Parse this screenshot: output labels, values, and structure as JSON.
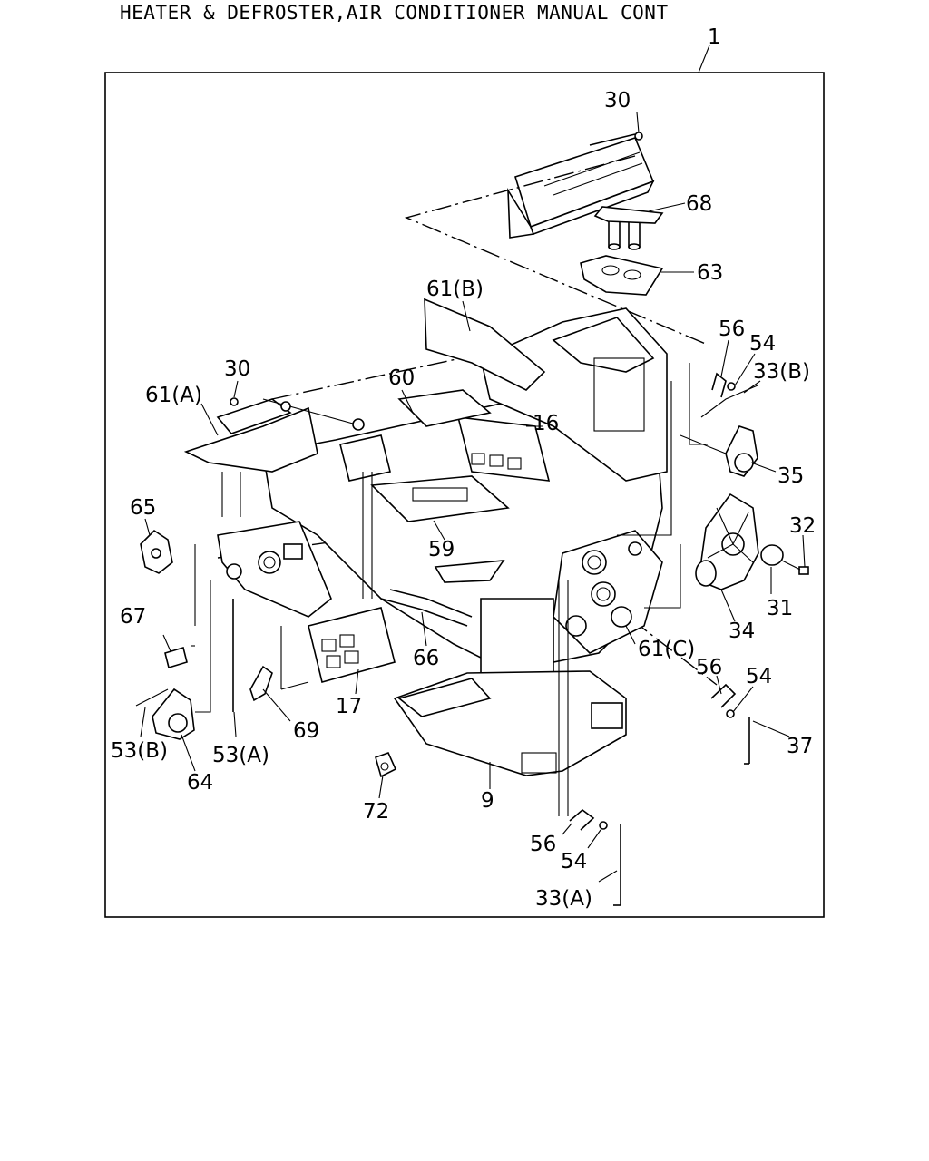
{
  "title": "HEATER & DEFROSTER,AIR CONDITIONER MANUAL CONT",
  "callouts": {
    "c1": "1",
    "c30a": "30",
    "c68": "68",
    "c63": "63",
    "c61b": "61(B)",
    "c56a": "56",
    "c54a": "54",
    "c33b": "33(B)",
    "c30b": "30",
    "c61a": "61(A)",
    "c60": "60",
    "c16": "16",
    "c35": "35",
    "c32": "32",
    "c65": "65",
    "c59": "59",
    "c31": "31",
    "c34": "34",
    "c67": "67",
    "c61c": "61(C)",
    "c66": "66",
    "c56b": "56",
    "c54b": "54",
    "c17": "17",
    "c37": "37",
    "c53b": "53(B)",
    "c69": "69",
    "c53a": "53(A)",
    "c64": "64",
    "c72": "72",
    "c9": "9",
    "c56c": "56",
    "c54c": "54",
    "c33a": "33(A)"
  }
}
